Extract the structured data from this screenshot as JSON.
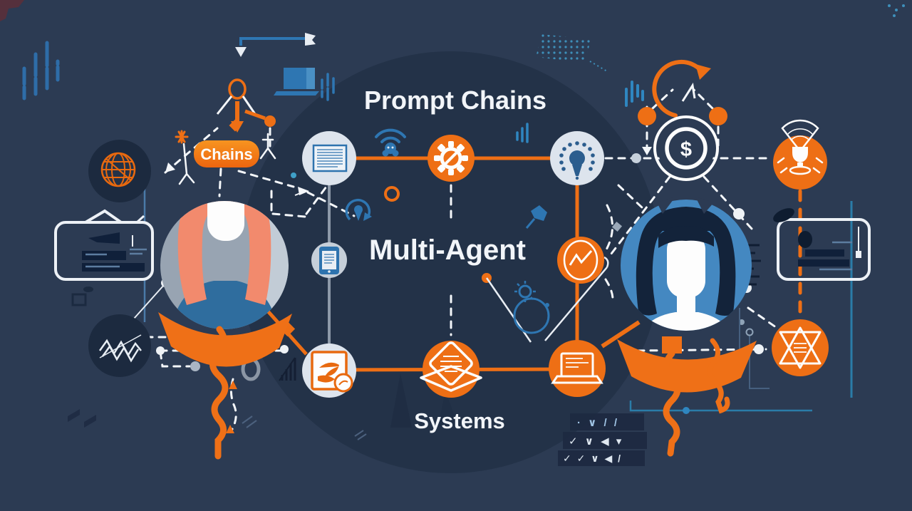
{
  "labels": {
    "top_title": "Prompt Chains",
    "center_title": "Multi-Agent",
    "bottom_title": "Systems"
  },
  "badge": {
    "label": "Chains"
  },
  "dollar_node": {
    "symbol": "$"
  },
  "checkmark_grid": {
    "rows": [
      "· ∨ / /",
      "✓ ∨ ◀ ▾",
      "✓ ✓ ∨ ◀ /"
    ]
  },
  "colors": {
    "background": "#2c3b53",
    "inner_circle": "#233248",
    "orange": "#ee6f15",
    "badge_orange": "#f5871a",
    "salmon": "#f28a6d",
    "steel_blue": "#2f6d9e",
    "avatar_blue": "#4488c1",
    "node_light": "#dde4ed",
    "node_gray": "#c6cfd9",
    "icon_blue": "#2e76b2",
    "dark_navy": "#13233a",
    "teal": "#2a7ca8",
    "white": "#ffffff"
  },
  "icons": [
    {
      "name": "document-icon",
      "shape": "rect-with-text-lines"
    },
    {
      "name": "gear-icon",
      "shape": "cog-with-slash"
    },
    {
      "name": "lightbulb-icon",
      "shape": "dotted-bulb"
    },
    {
      "name": "dollar-icon",
      "shape": "coin-ring-$"
    },
    {
      "name": "trophy-icon",
      "shape": "trophy-with-fan"
    },
    {
      "name": "smartphone-icon",
      "shape": "phone-rect"
    },
    {
      "name": "chart-icon",
      "shape": "oval-zigzag"
    },
    {
      "name": "leaf-icon",
      "shape": "framed-leaves"
    },
    {
      "name": "layers-icon",
      "shape": "stacked-diamonds"
    },
    {
      "name": "laptop-icon",
      "shape": "laptop-outline"
    },
    {
      "name": "star-badge-icon",
      "shape": "double-star-outline"
    },
    {
      "name": "globe-icon",
      "shape": "orange-grid-sphere"
    },
    {
      "name": "waveform-icon",
      "shape": "double-zigzag"
    },
    {
      "name": "folder-icon",
      "shape": "rounded-folder-outline"
    },
    {
      "name": "location-pin-icon",
      "shape": "pin-in-circular-arrow"
    },
    {
      "name": "pushpin-icon",
      "shape": "tilted-pin"
    },
    {
      "name": "wifi-creature-icon",
      "shape": "arcs-over-head"
    },
    {
      "name": "refresh-arrow-icon",
      "shape": "curved-orange-arrow"
    },
    {
      "name": "equalizer-icon",
      "shape": "vertical-bars"
    },
    {
      "name": "flag-line-icon",
      "shape": "elbow-line-flag"
    }
  ]
}
